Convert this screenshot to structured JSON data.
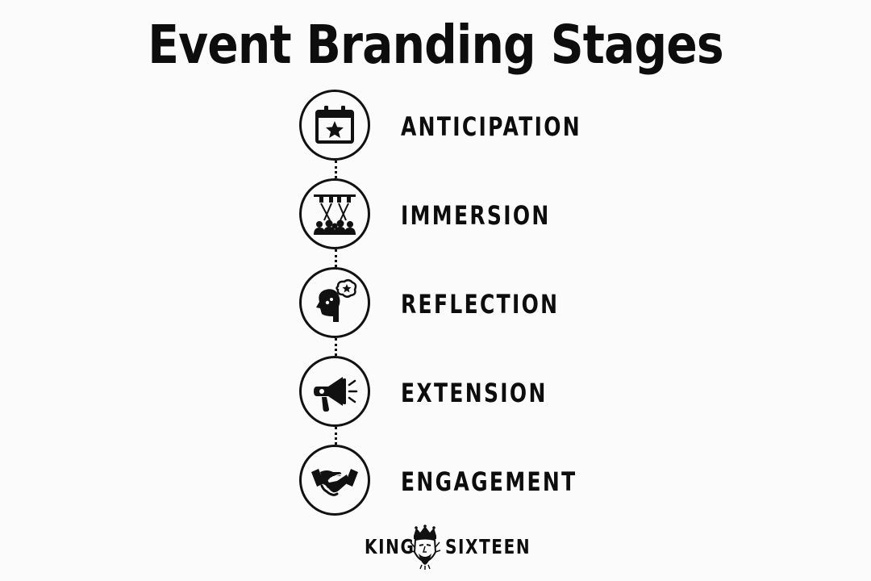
{
  "title": "Event Branding Stages",
  "stages": [
    {
      "label": "ANTICIPATION",
      "icon": "calendar-star-icon"
    },
    {
      "label": "IMMERSION",
      "icon": "stage-lights-audience-icon"
    },
    {
      "label": "REFLECTION",
      "icon": "head-thought-star-icon"
    },
    {
      "label": "EXTENSION",
      "icon": "megaphone-icon"
    },
    {
      "label": "ENGAGEMENT",
      "icon": "handshake-icon"
    }
  ],
  "brand": {
    "word_left": "KING",
    "word_right": "SIXTEEN",
    "logo_icon": "king-crown-emblem-icon"
  },
  "colors": {
    "ink": "#0d0d0d",
    "background": "#fbfbfb"
  }
}
